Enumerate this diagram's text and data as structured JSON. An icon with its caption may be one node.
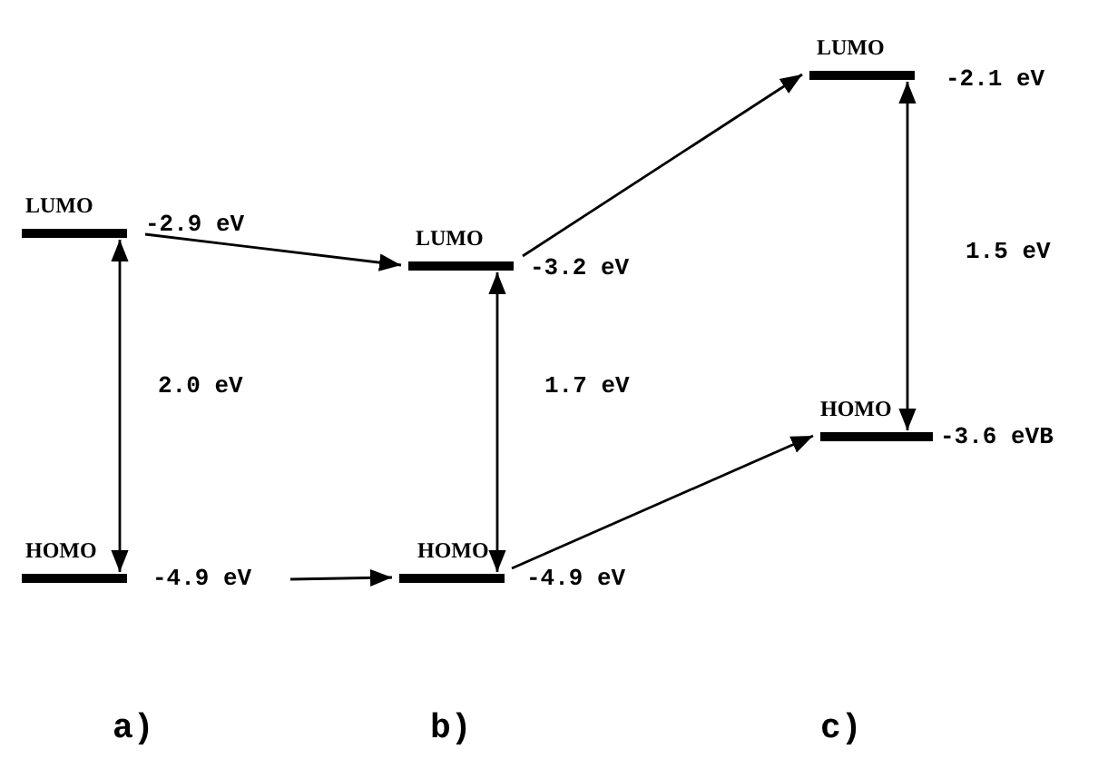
{
  "diagram": {
    "nodes": [
      {
        "text": [
          "LUMO"
        ],
        "beside": [
          "-2.9 eV"
        ]
      },
      {
        "text": [
          "HOMO"
        ],
        "beside": [
          "-4.9 eV"
        ]
      },
      {
        "text": [
          "LUMO"
        ],
        "beside": [
          "-3.2 eV"
        ]
      },
      {
        "text": [
          "HOMO"
        ],
        "beside": [
          "-4.9 eV"
        ]
      },
      {
        "text": [
          "LUMO"
        ],
        "beside": [
          "-2.1 eV"
        ]
      },
      {
        "text": [
          "HOMO"
        ],
        "beside": [
          "-3.6 eVB"
        ]
      }
    ],
    "edges": [
      {
        "from": 0,
        "to": 1,
        "arrow": "both",
        "label": "2.0 eV"
      },
      {
        "from": 0,
        "to": 2,
        "arrow": "to"
      },
      {
        "from": 1,
        "to": 3,
        "arrow": "to"
      },
      {
        "from": 2,
        "to": 3,
        "arrow": "both",
        "label": "1.7 eV"
      },
      {
        "from": 2,
        "to": 4,
        "arrow": "to"
      },
      {
        "from": 3,
        "to": 5,
        "arrow": "to"
      },
      {
        "from": 4,
        "to": 5,
        "arrow": "both",
        "label": "1.5 eV"
      }
    ],
    "labels": [
      "a)",
      "b)",
      "c)"
    ]
  }
}
